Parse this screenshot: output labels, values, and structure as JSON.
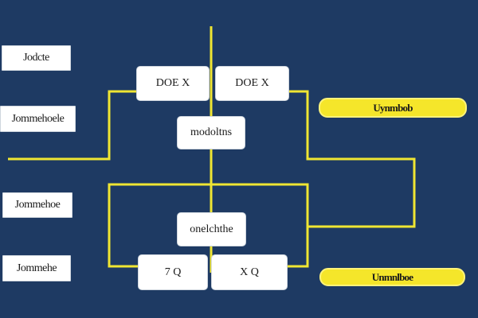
{
  "diagram": {
    "left_labels": [
      "Jodcte",
      "Jommehoele",
      "Jommehoe",
      "Jommehe"
    ],
    "top_boxes": [
      "DOE X",
      "DOE X"
    ],
    "middle_boxes": [
      "modoltns",
      "onelchthe"
    ],
    "bottom_boxes": [
      "7 Q",
      "X Q"
    ],
    "right_labels": [
      "Uynmbob",
      "Unmnlboe"
    ],
    "colors": {
      "background": "#1e3a63",
      "connector": "#f0e632",
      "box_fill": "#ffffff",
      "pill_fill": "#f5e62a"
    }
  }
}
